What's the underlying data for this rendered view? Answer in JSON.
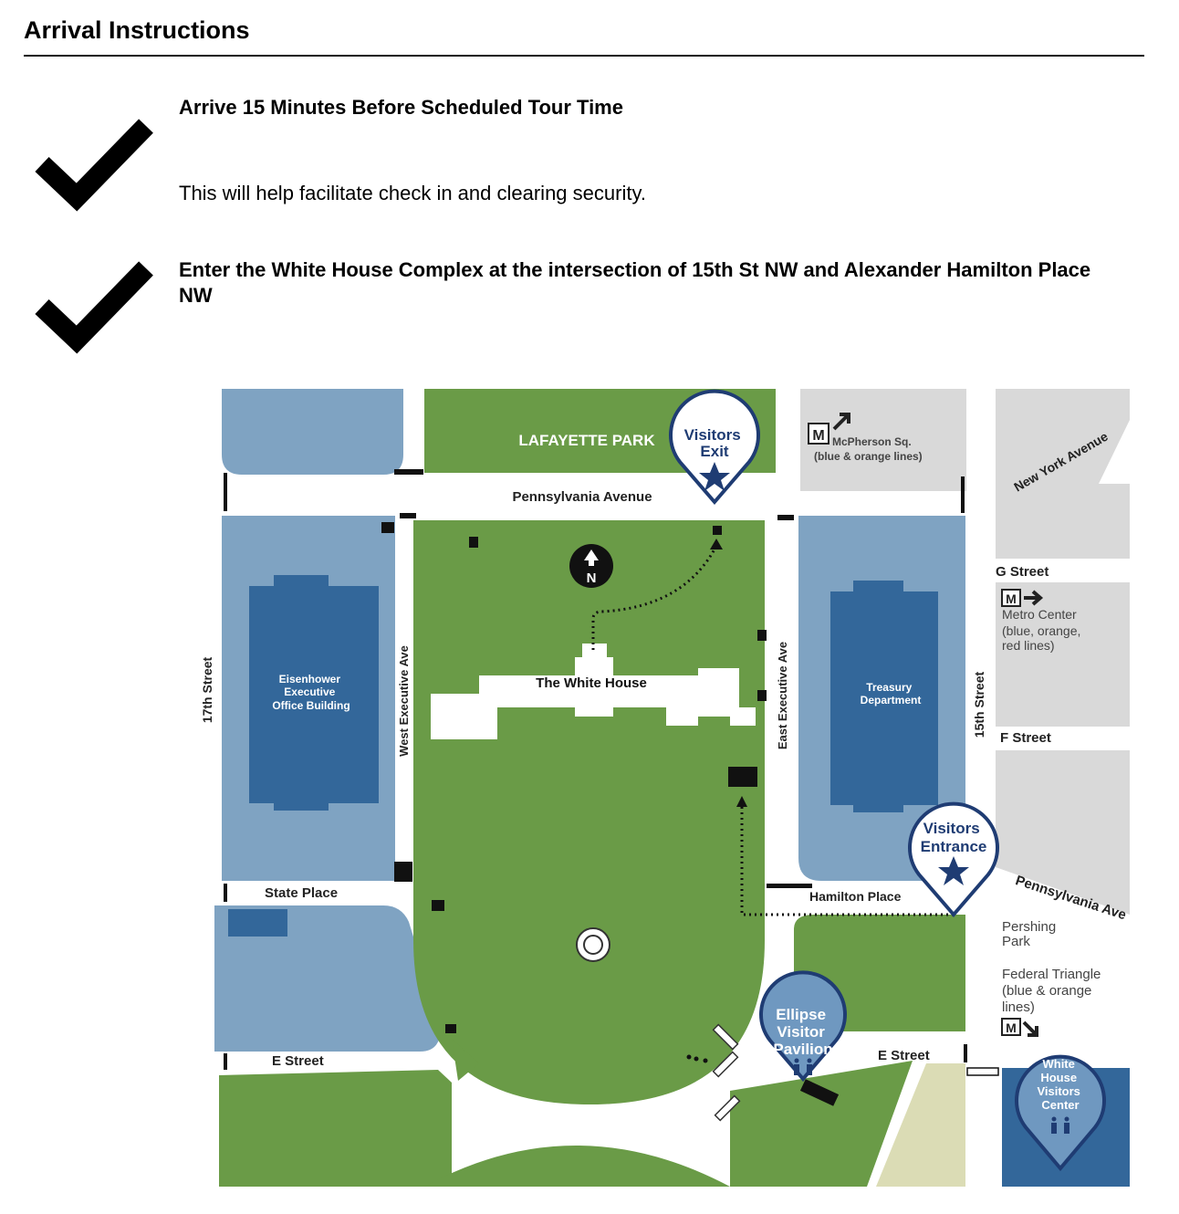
{
  "page": {
    "heading": "Arrival Instructions"
  },
  "instructions": [
    {
      "title": "Arrive 15 Minutes Before Scheduled Tour Time",
      "body": "This will help facilitate check in and clearing security.",
      "icon": "check-icon"
    },
    {
      "title": "Enter the White House Complex at the intersection of 15th St NW and Alexander Hamilton Place NW",
      "icon": "check-icon"
    }
  ],
  "map": {
    "colors": {
      "park": "#6a9b47",
      "building_light": "#7fa3c2",
      "building_dark": "#33679a",
      "pin_navy": "#1f3c73",
      "pin_light": "#6f98c0",
      "gray_block": "#d9d9d9",
      "sand": "#dbdcb5"
    },
    "landmarks": {
      "lafayette_park": "LAFAYETTE PARK",
      "white_house": "The White House",
      "eisenhower": [
        "Eisenhower",
        "Executive",
        "Office Building"
      ],
      "treasury": [
        "Treasury",
        "Department"
      ],
      "pershing_park": [
        "Pershing",
        "Park"
      ]
    },
    "streets": {
      "pennsylvania_avenue": "Pennsylvania Avenue",
      "new_york_avenue": "New York Avenue",
      "g_street": "G Street",
      "f_street": "F Street",
      "e_street_left": "E Street",
      "e_street_right": "E Street",
      "state_place": "State Place",
      "hamilton_place": "Hamilton Place",
      "pennsylvania_ave_short": "Pennsylvania Ave",
      "seventeenth_street": "17th Street",
      "fifteenth_street": "15th Street",
      "west_executive": "West Executive Ave",
      "east_executive": "East Executive Ave"
    },
    "metro": {
      "m": "M",
      "mcpherson": [
        "McPherson Sq.",
        "(blue & orange lines)"
      ],
      "metro_center": [
        "Metro Center",
        "(blue, orange,",
        "red lines)"
      ],
      "federal_triangle": [
        "Federal Triangle",
        "(blue & orange",
        "lines)"
      ]
    },
    "pins": {
      "visitors_exit": [
        "Visitors",
        "Exit"
      ],
      "visitors_entrance": [
        "Visitors",
        "Entrance"
      ],
      "ellipse_pavilion": [
        "Ellipse",
        "Visitor",
        "Pavilion"
      ],
      "wh_visitors_center": [
        "White",
        "House",
        "Visitors",
        "Center"
      ]
    },
    "compass": "N"
  }
}
